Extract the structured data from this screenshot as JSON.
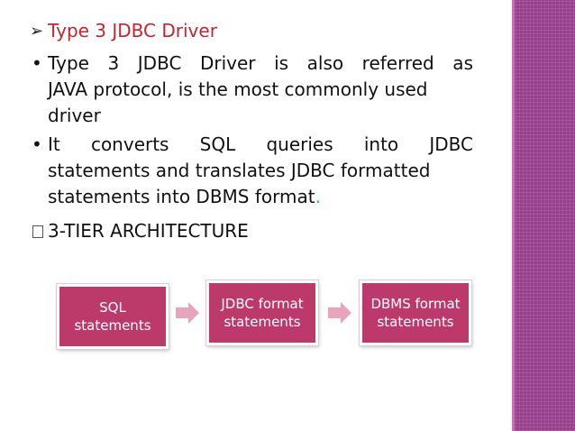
{
  "slide": {
    "heading": "Type 3 JDBC Driver",
    "bullet1": {
      "line1": "Type 3 JDBC Driver is also referred as",
      "line2": "JAVA protocol, is the most commonly used",
      "line3": "driver"
    },
    "bullet2": {
      "line1": "It converts SQL queries into JDBC",
      "line2": "statements and translates JDBC formatted",
      "line3": "statements into DBMS format",
      "trailing_period": "."
    },
    "sub_heading": "3-TIER ARCHITECTURE"
  },
  "flow": {
    "steps": [
      {
        "line1": "SQL",
        "line2": "statements"
      },
      {
        "line1": "JDBC format",
        "line2": "statements"
      },
      {
        "line1": "DBMS format",
        "line2": "statements"
      }
    ]
  },
  "colors": {
    "heading": "#c0262e",
    "box": "#bb3a6a",
    "arrow": "#e8a3bd",
    "side_bar": "#9a3f8c",
    "period_accent": "#29a7c8"
  }
}
